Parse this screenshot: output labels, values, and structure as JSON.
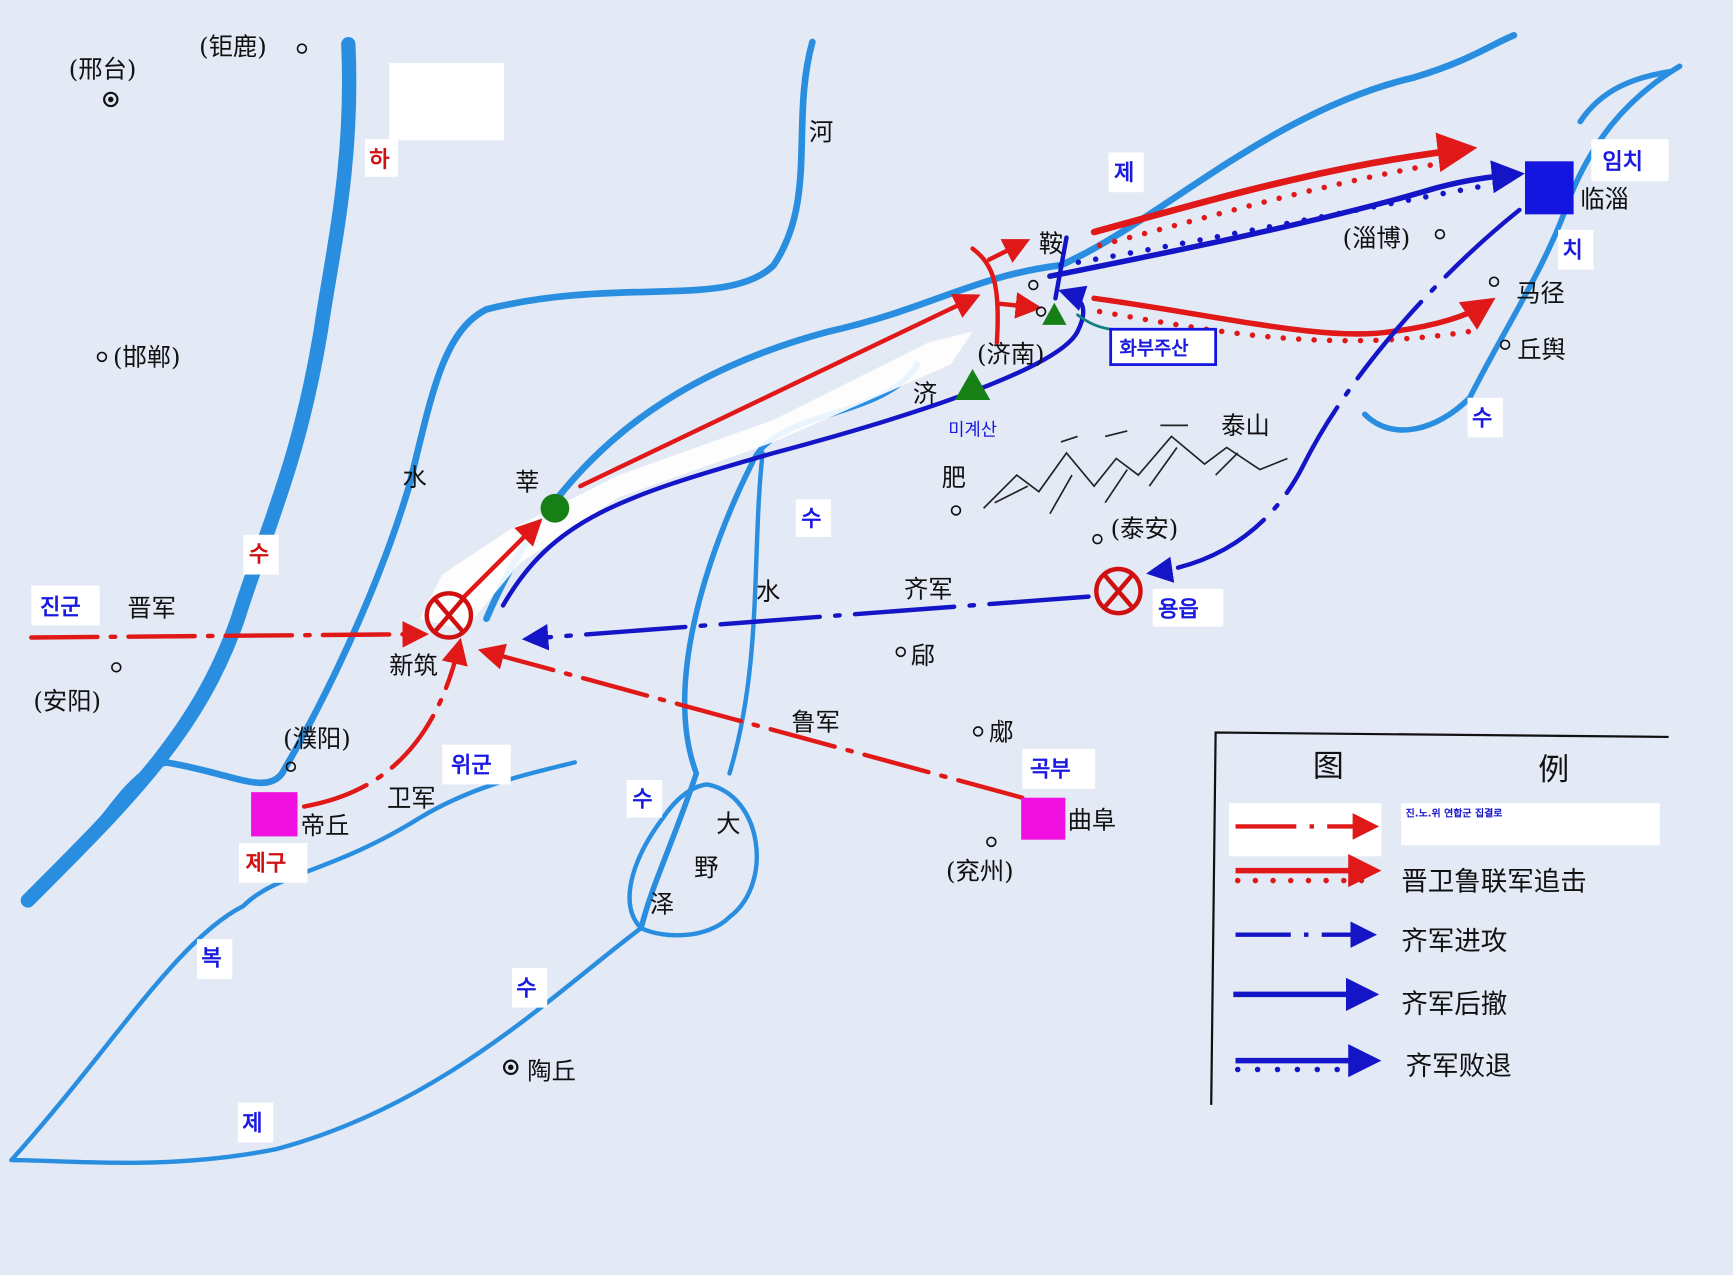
{
  "map": {
    "places": {
      "xingtai": "(邢台)",
      "julu": "(钜鹿)",
      "handan": "(邯郸)",
      "anyang": "(安阳)",
      "puyang": "(濮阳)",
      "diqiu": "帝丘",
      "xinzhu": "新筑",
      "shen": "莘",
      "jinan": "(济南)",
      "an": "鞍",
      "zibo": "(淄博)",
      "linzi": "临淄",
      "majing": "马径",
      "qiuyu": "丘舆",
      "taishan": "泰山",
      "fei": "肥",
      "taian": "(泰安)",
      "hou": "郈",
      "cheng": "郕",
      "qufu": "曲阜",
      "yanzhou": "(兖州)",
      "taoqiu": "陶丘"
    },
    "rivers": {
      "he_ko": "하",
      "he_zh": "河",
      "shui1": "水",
      "su_red": "수",
      "ji_zh": "济",
      "su1": "수",
      "shui2": "水",
      "su2": "수",
      "je1": "제",
      "chi": "치",
      "su3": "수",
      "bok": "복",
      "su4": "수",
      "je2": "제",
      "da": "大",
      "ye": "野",
      "ze": "泽"
    },
    "armies": {
      "jin_ko": "진군",
      "jin_zh": "晋军",
      "wei_ko": "위군",
      "wei_zh": "卫军",
      "lu_zh": "鲁军",
      "qi_zh": "齐军"
    },
    "korean_labels": {
      "jegu": "제구",
      "gokbu": "곡부",
      "imchi": "임치",
      "yongeup": "용읍",
      "hwabujusan": "화부주산",
      "migyesan": "미계산"
    },
    "legend": {
      "title_left": "图",
      "title_right": "例",
      "items": [
        {
          "label": "진.노.위 연합군 집결로",
          "color": "#e01818",
          "style": "dash-dot"
        },
        {
          "label": "晋卫鲁联军追击",
          "color": "#e01818",
          "style": "solid-dotted"
        },
        {
          "label": "齐军进攻",
          "color": "#1515c8",
          "style": "dash-dot"
        },
        {
          "label": "齐军后撤",
          "color": "#1515c8",
          "style": "solid"
        },
        {
          "label": "齐军败退",
          "color": "#1515c8",
          "style": "solid-dotted"
        }
      ]
    },
    "colors": {
      "river": "#2a8ee0",
      "red": "#e01818",
      "blue": "#1515c8",
      "capital": "#f010e0",
      "mountain": "#168016"
    }
  }
}
